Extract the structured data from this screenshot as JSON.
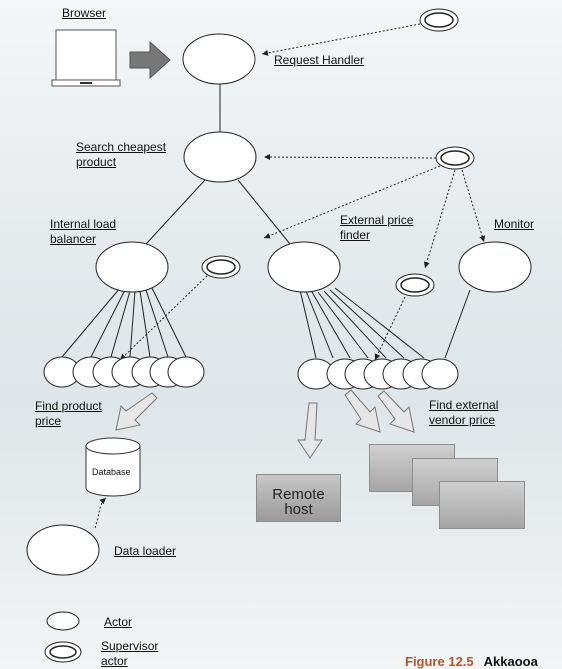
{
  "labels": {
    "browser": "Browser",
    "request_handler": "Request Handler",
    "search_cheapest": "Search cheapest product",
    "internal_lb": "Internal load balancer",
    "external_finder": "External price finder",
    "monitor": "Monitor",
    "find_product_price": "Find product price",
    "find_external_vendor": "Find external vendor price",
    "database": "Database",
    "remote_host": "Remote host",
    "data_loader": "Data loader"
  },
  "legend": {
    "actor": "Actor",
    "supervisor_actor": "Supervisor actor"
  },
  "caption": {
    "figure": "Figure 12.5",
    "title": "Akkaooa"
  }
}
